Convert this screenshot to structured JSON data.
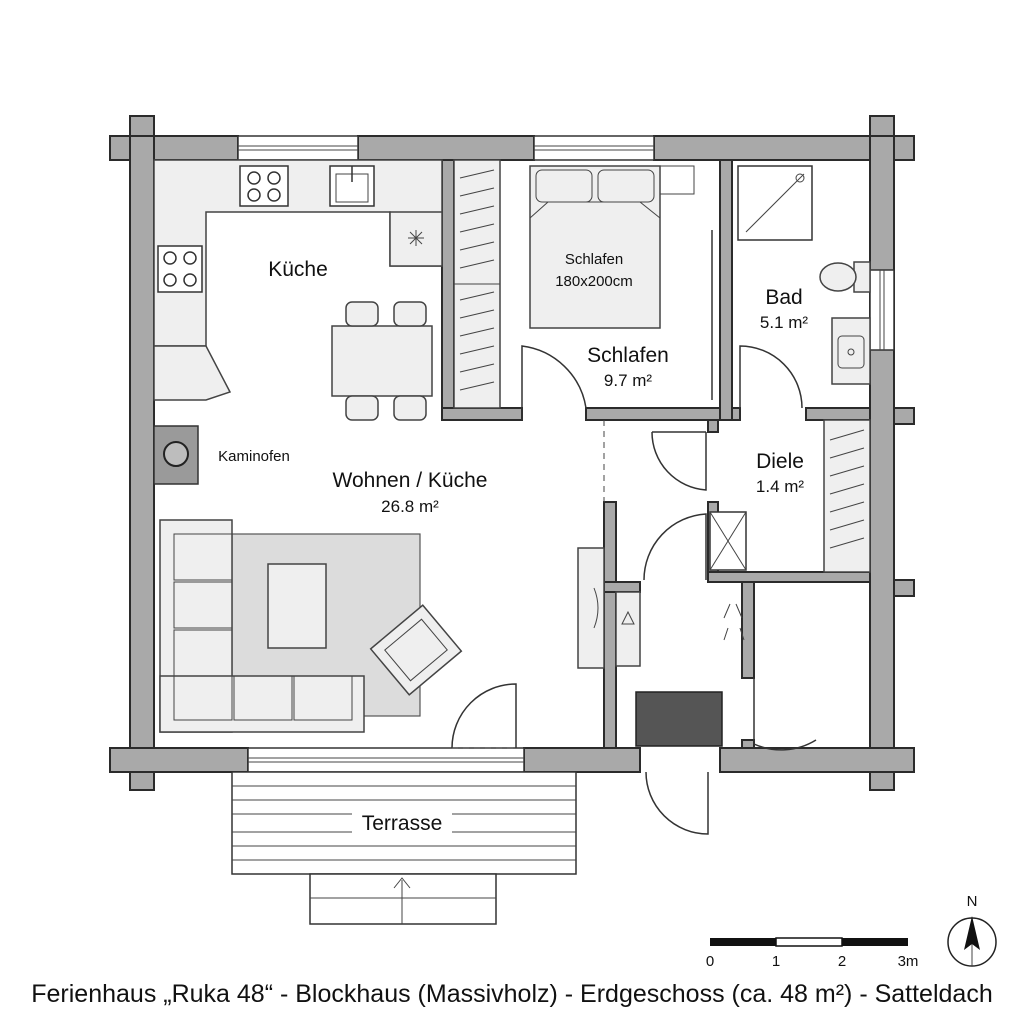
{
  "rooms": {
    "kueche": {
      "label": "Küche"
    },
    "wohnen": {
      "label": "Wohnen / Küche",
      "area": "26.8 m²"
    },
    "schlafen": {
      "label": "Schlafen",
      "area": "9.7 m²"
    },
    "bett": {
      "label": "Schlafen",
      "size": "180x200cm"
    },
    "bad": {
      "label": "Bad",
      "area": "5.1 m²"
    },
    "diele": {
      "label": "Diele",
      "area": "1.4 m²"
    },
    "kaminofen": {
      "label": "Kaminofen"
    },
    "terrasse": {
      "label": "Terrasse"
    }
  },
  "scale": {
    "ticks": [
      "0",
      "1",
      "2",
      "3m"
    ]
  },
  "north": {
    "label": "N"
  },
  "caption": "Ferienhaus „Ruka 48“ - Blockhaus (Massivholz) - Erdgeschoss (ca. 48 m²) - Satteldach",
  "colors": {
    "wall": "#a9a9a9",
    "floor_fixture": "#efefef",
    "rug": "#dcdcdc",
    "mat": "#555555"
  }
}
